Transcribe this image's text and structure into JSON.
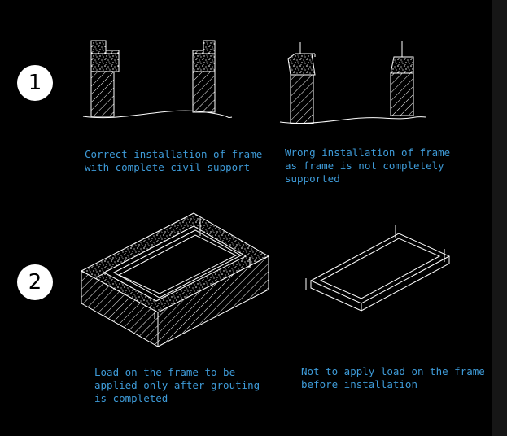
{
  "accent_color": "#3e9bd8",
  "steps": [
    {
      "number": "1",
      "correct_caption": [
        "Correct installation of frame",
        "with complete civil support"
      ],
      "wrong_caption": [
        "Wrong installation of frame",
        "as frame is not completely",
        "supported"
      ]
    },
    {
      "number": "2",
      "correct_caption": [
        "Load on the frame to be",
        "applied only after grouting",
        "is completed"
      ],
      "wrong_caption": [
        "Not to apply load on the frame",
        "before installation"
      ]
    }
  ]
}
